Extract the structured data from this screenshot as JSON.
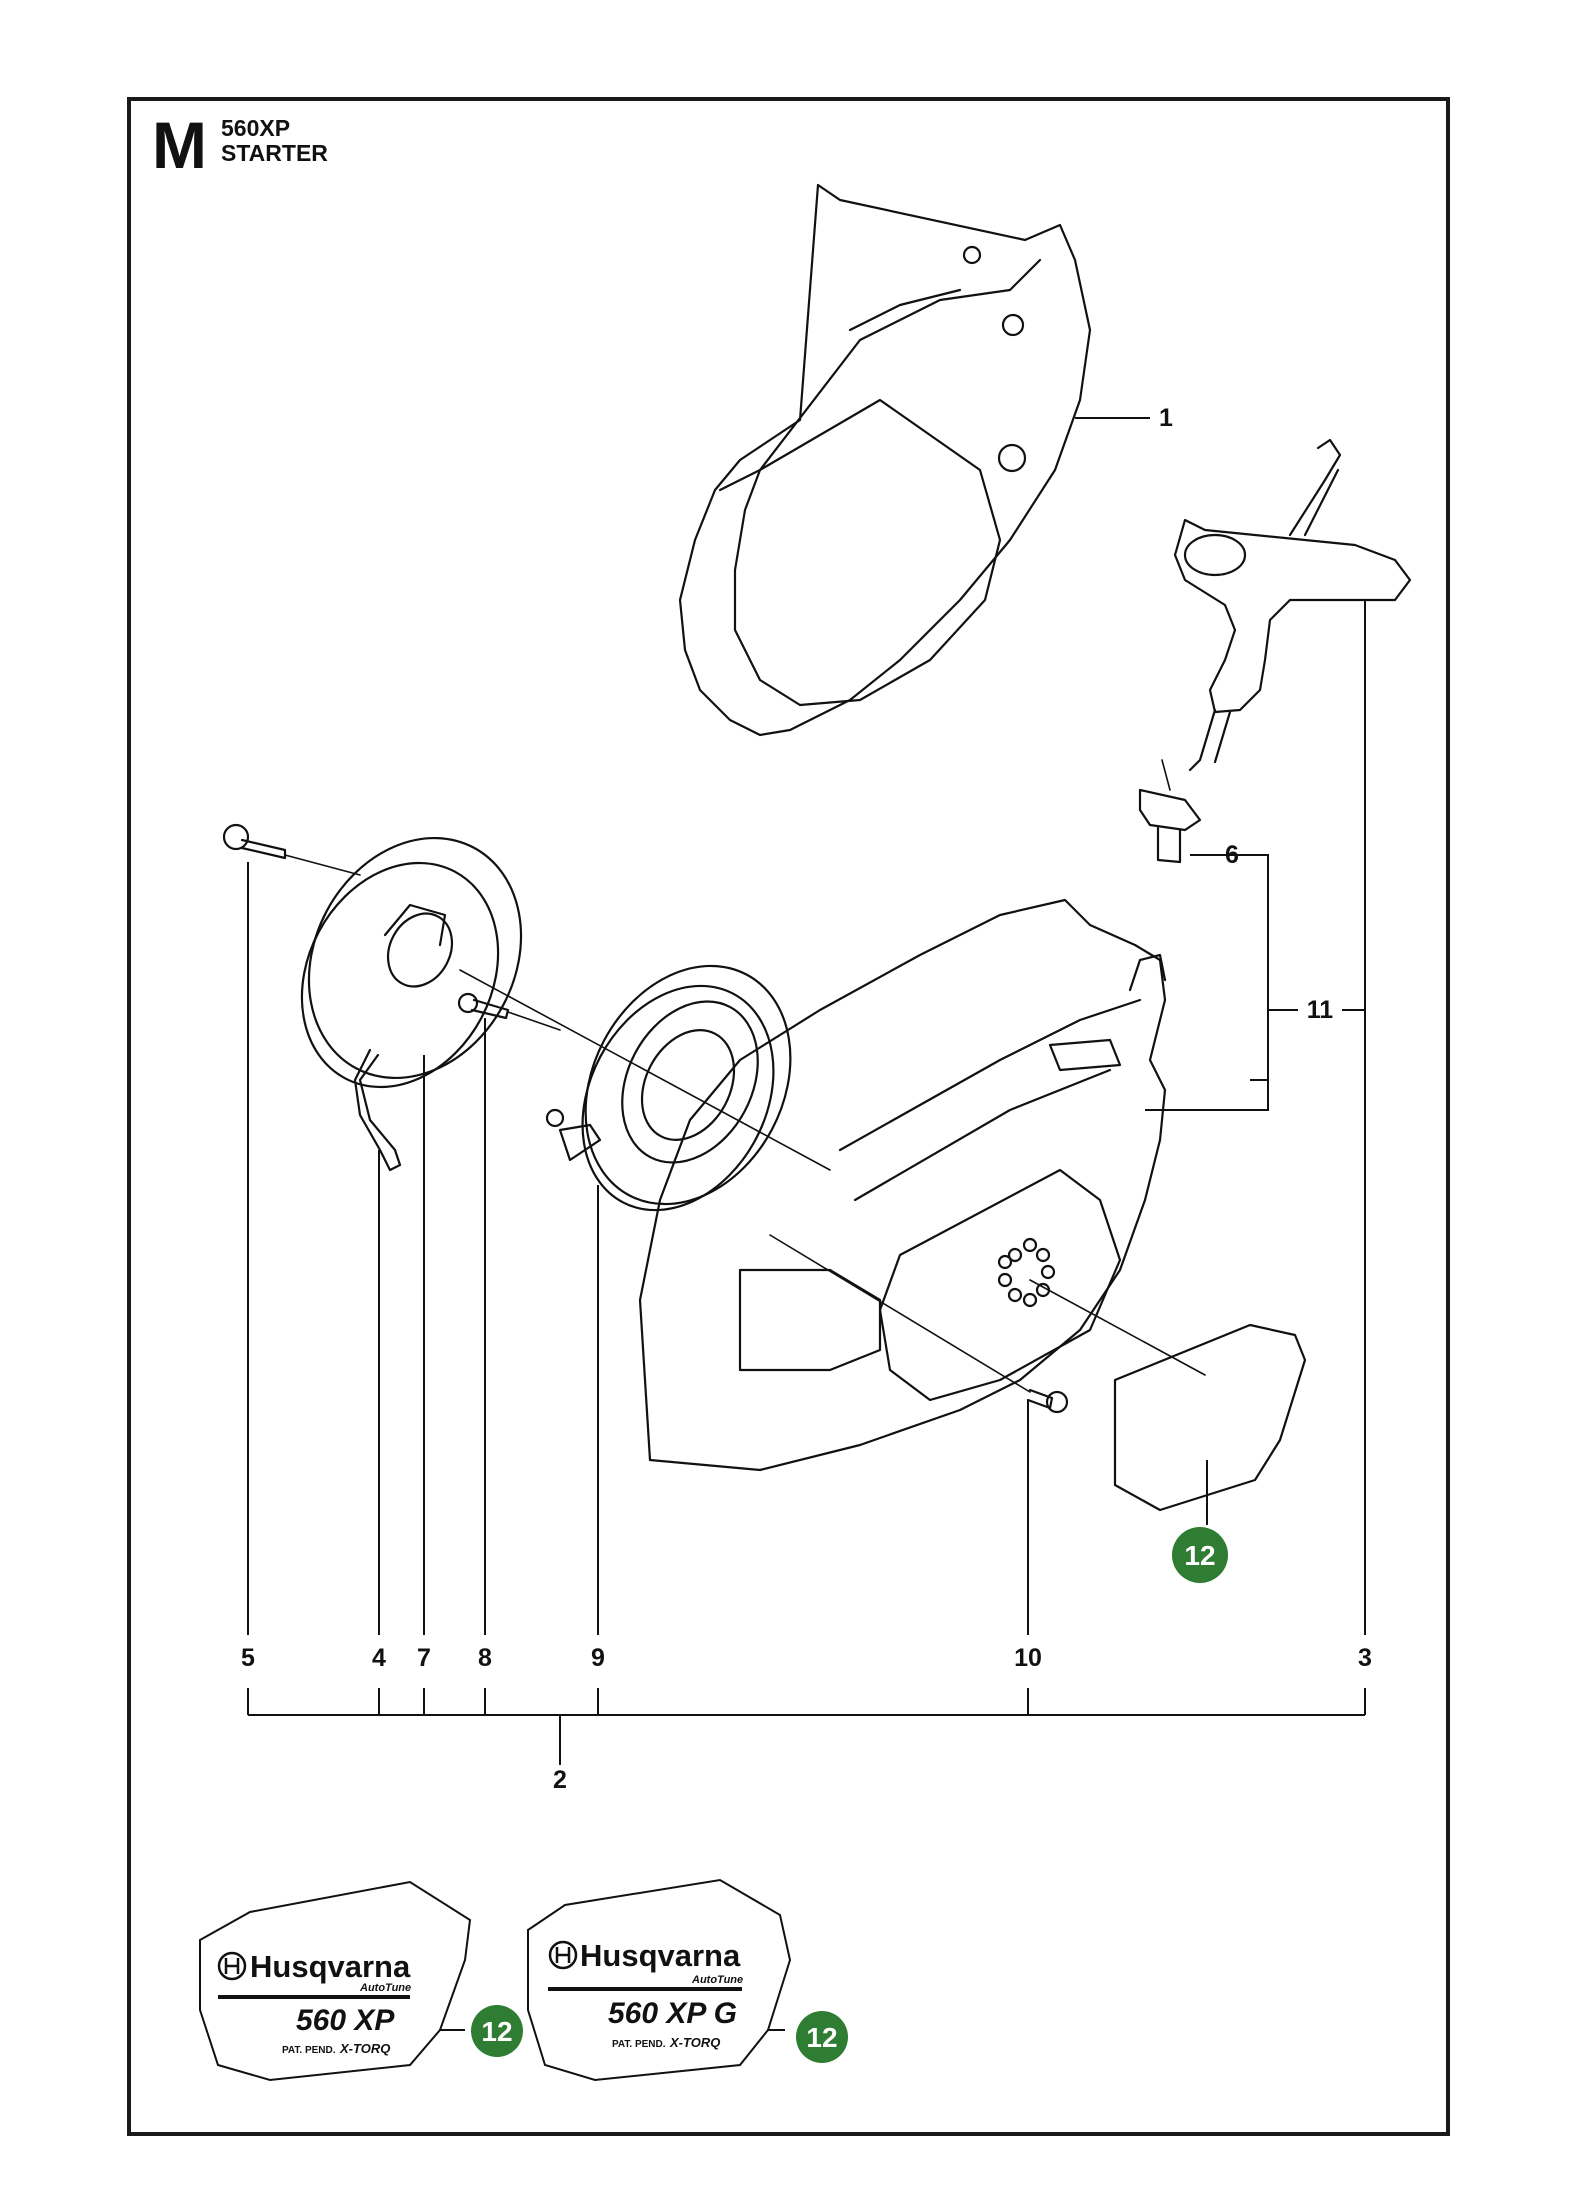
{
  "header": {
    "section_letter": "M",
    "model": "560XP",
    "title": "STARTER"
  },
  "callouts": {
    "c1": "1",
    "c2": "2",
    "c3": "3",
    "c4": "4",
    "c5": "5",
    "c6": "6",
    "c7": "7",
    "c8": "8",
    "c9": "9",
    "c10": "10",
    "c11": "11",
    "c12": "12"
  },
  "decals": [
    {
      "brand": "Husqvarna",
      "autotune": "AutoTune",
      "model": "560 XP",
      "pat": "PAT. PEND.",
      "torq": "X-TORQ"
    },
    {
      "brand": "Husqvarna",
      "autotune": "AutoTune",
      "model": "560 XP G",
      "pat": "PAT. PEND.",
      "torq": "X-TORQ"
    }
  ],
  "colors": {
    "badge": "#2e7d32",
    "line": "#111111",
    "frame": "#1a1a1a"
  }
}
